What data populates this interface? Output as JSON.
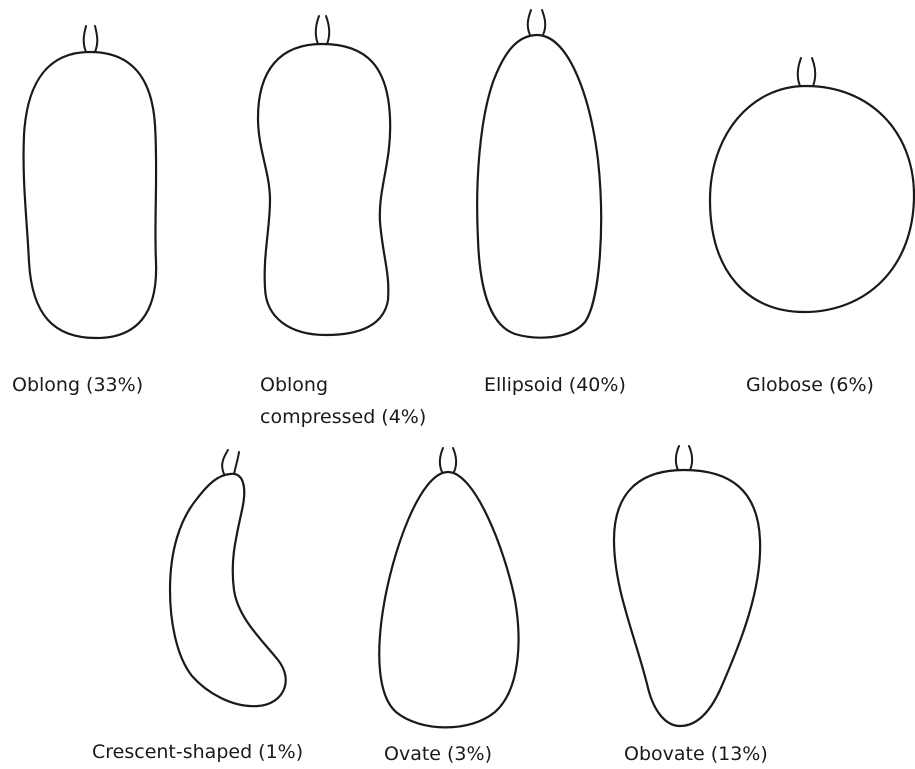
{
  "shapes": [
    {
      "id": "oblong",
      "label": "Oblong (33%)"
    },
    {
      "id": "oblong-compressed",
      "label_line1": "Oblong",
      "label_line2": "compressed (4%)"
    },
    {
      "id": "ellipsoid",
      "label": "Ellipsoid (40%)"
    },
    {
      "id": "globose",
      "label": "Globose (6%)"
    },
    {
      "id": "crescent-shaped",
      "label": "Crescent-shaped (1%)"
    },
    {
      "id": "ovate",
      "label": "Ovate (3%)"
    },
    {
      "id": "obovate",
      "label": "Obovate (13%)"
    }
  ]
}
